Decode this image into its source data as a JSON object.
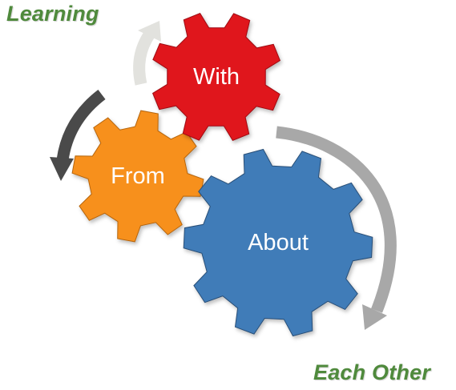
{
  "captions": {
    "top": "Learning",
    "bottom": "Each Other",
    "color": "#4f8a3c"
  },
  "gears": {
    "with": {
      "label": "With",
      "color": "#e0131b",
      "stroke": "#9e0d12",
      "teeth": 8
    },
    "from": {
      "label": "From",
      "color": "#f7901e",
      "stroke": "#b5650e",
      "teeth": 8
    },
    "about": {
      "label": "About",
      "color": "#3f7bb8",
      "stroke": "#294f77",
      "teeth": 10
    }
  },
  "arrows": {
    "top_color": "#e2e2de",
    "left_color": "#4a4a4a",
    "right_color": "#a8a8a8"
  }
}
